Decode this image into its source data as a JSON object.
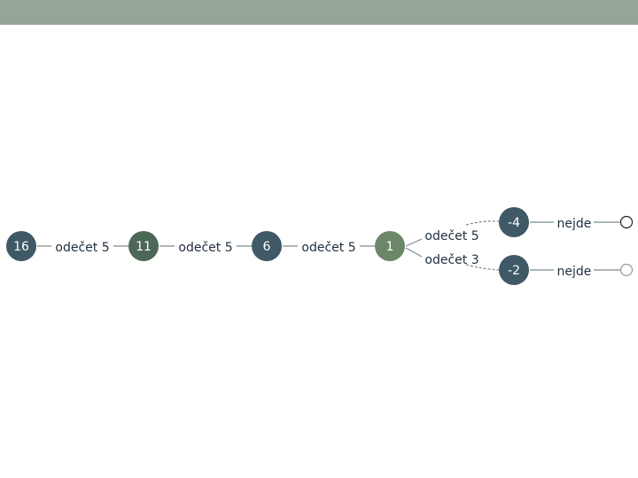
{
  "colors": {
    "header_bar": "#95a597",
    "node_dark_blue": "#3f5966",
    "node_dark_green": "#4d6757",
    "node_green": "#6c8767",
    "edge": "#7b8a8a",
    "text": "#1f2d3d",
    "node_text": "#ffffff"
  },
  "nodes": {
    "n16": "16",
    "n11": "11",
    "n6": "6",
    "n1": "1",
    "nm4": "-4",
    "nm2": "-2"
  },
  "edges": {
    "e1": "odečet 5",
    "e2": "odečet 5",
    "e3": "odečet 5",
    "e4": "odečet 5",
    "e5": "odečet 3",
    "e6": "nejde",
    "e7": "nejde"
  }
}
